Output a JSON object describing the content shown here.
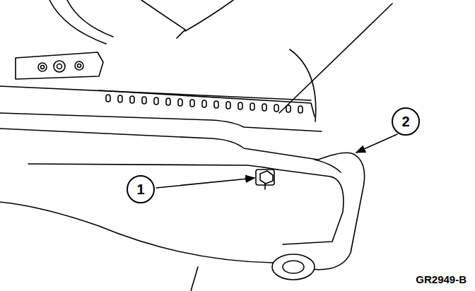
{
  "diagram": {
    "nodes": [
      {
        "text": [
          "1"
        ]
      },
      {
        "text": [
          "2"
        ]
      }
    ],
    "labels": [
      "GR2949-B"
    ]
  }
}
